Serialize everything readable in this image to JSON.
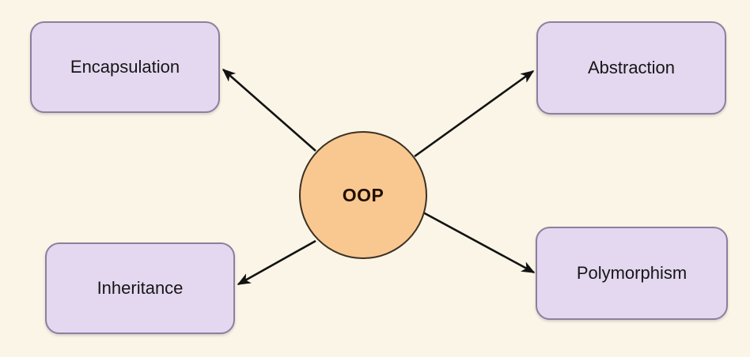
{
  "diagram": {
    "center": {
      "label": "OOP"
    },
    "nodes": [
      {
        "id": "encapsulation",
        "label": "Encapsulation",
        "position": "top-left"
      },
      {
        "id": "abstraction",
        "label": "Abstraction",
        "position": "top-right"
      },
      {
        "id": "inheritance",
        "label": "Inheritance",
        "position": "bottom-left"
      },
      {
        "id": "polymorphism",
        "label": "Polymorphism",
        "position": "bottom-right"
      }
    ],
    "edges": [
      {
        "from": "OOP",
        "to": "Encapsulation"
      },
      {
        "from": "OOP",
        "to": "Abstraction"
      },
      {
        "from": "OOP",
        "to": "Inheritance"
      },
      {
        "from": "OOP",
        "to": "Polymorphism"
      }
    ],
    "colors": {
      "background": "#faf5e6",
      "node_fill": "#e4d8f0",
      "node_border": "#8c7f9e",
      "node_text": "#161616",
      "center_fill": "#f8c890",
      "center_border": "#3c3023",
      "center_text": "#200f02",
      "arrow": "#121212"
    }
  }
}
